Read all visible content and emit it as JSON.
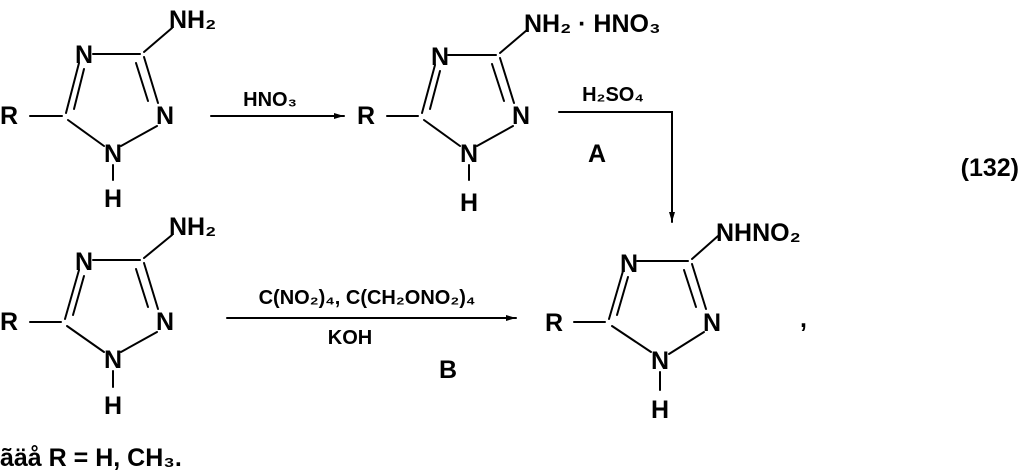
{
  "equation_number": "(132)",
  "footnote": "ãäå R = H, CH₃.",
  "mol1": {
    "R": "R",
    "N_top": "N",
    "N_right": "N",
    "N_bottom": "N",
    "H": "H",
    "substituent": "NH₂"
  },
  "mol2": {
    "R": "R",
    "N_top": "N",
    "N_right": "N",
    "N_bottom": "N",
    "H": "H",
    "substituent": "NH₂ · HNO₃"
  },
  "mol3": {
    "R": "R",
    "N_top": "N",
    "N_right": "N",
    "N_bottom": "N",
    "H": "H",
    "substituent": "NH₂"
  },
  "mol4": {
    "R": "R",
    "N_top": "N",
    "N_right": "N",
    "N_bottom": "N",
    "H": "H",
    "substituent": "NHNO₂"
  },
  "arrow1": {
    "label": "HNO₃"
  },
  "arrow2": {
    "label": "H₂SO₄",
    "route": "A"
  },
  "arrow3": {
    "label_top": "C(NO₂)₄, C(CH₂ONO₂)₄",
    "label_bottom": "KOH",
    "route": "B"
  },
  "comma": ","
}
